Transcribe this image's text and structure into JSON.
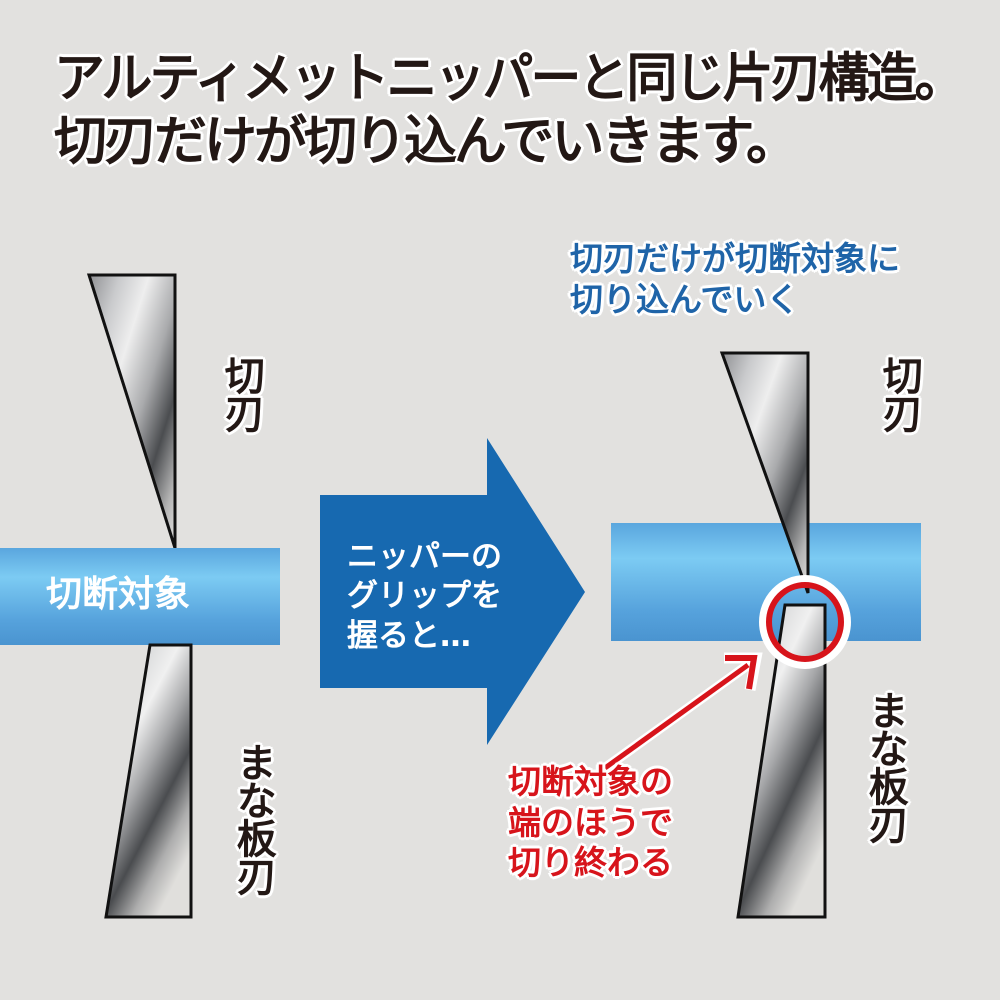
{
  "heading": {
    "line1": "アルティメットニッパーと同じ片刃構造。",
    "line2": "切刃だけが切り込んでいきます。"
  },
  "left_panel": {
    "upper_blade_label": "切刃",
    "lower_blade_label": "まな板刃",
    "cut_object_label": "切断対象"
  },
  "arrow": {
    "text_lines": [
      "ニッパーの",
      "グリップを",
      "握ると…"
    ]
  },
  "right_panel": {
    "blue_note_lines": [
      "切刃だけが切断対象に",
      "切り込んでいく"
    ],
    "upper_blade_label": "切刃",
    "lower_blade_label": "まな板刃",
    "red_note_lines": [
      "切断対象の",
      "端のほうで",
      "切り終わる"
    ]
  },
  "colors": {
    "background": "#e2e1df",
    "heading_text": "#231815",
    "arrow_blue": "#1769b0",
    "bar_light": "#7ccbf3",
    "bar_dark": "#4a97d3",
    "blue_note": "#1f64a8",
    "red_note": "#d7141b"
  }
}
